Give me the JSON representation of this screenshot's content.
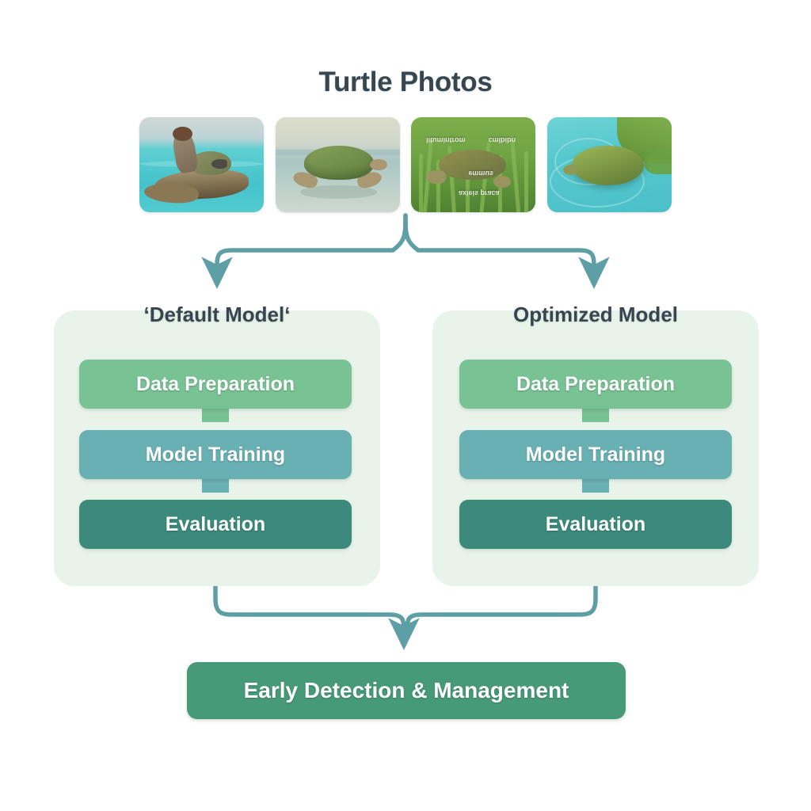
{
  "diagram": {
    "title": "Turtle Photos",
    "accent_color": "#5d9fa4",
    "panel_bg_color": "#e8f4ea",
    "title_color": "#37474f",
    "photos": [
      {
        "alt": "turtle-on-log-in-water"
      },
      {
        "alt": "turtle-swimming-side-view"
      },
      {
        "alt": "turtle-in-grass-with-labels"
      },
      {
        "alt": "turtle-floating-top-view"
      }
    ],
    "photo_overlay_text": [
      "litumintrom",
      "cmlbibn",
      "emmus",
      "axieis praca"
    ],
    "panels": [
      {
        "title": "‘Default Model‘",
        "stages": [
          {
            "label": "Data Preparation",
            "color": "#78c294"
          },
          {
            "label": "Model Training",
            "color": "#69b0b3"
          },
          {
            "label": "Evaluation",
            "color": "#3c8a7b"
          }
        ]
      },
      {
        "title": "Optimized Model",
        "stages": [
          {
            "label": "Data Preparation",
            "color": "#78c294"
          },
          {
            "label": "Model Training",
            "color": "#69b0b3"
          },
          {
            "label": "Evaluation",
            "color": "#3c8a7b"
          }
        ]
      }
    ],
    "outcome": {
      "label": "Early Detection & Management",
      "color": "#479a78"
    }
  }
}
